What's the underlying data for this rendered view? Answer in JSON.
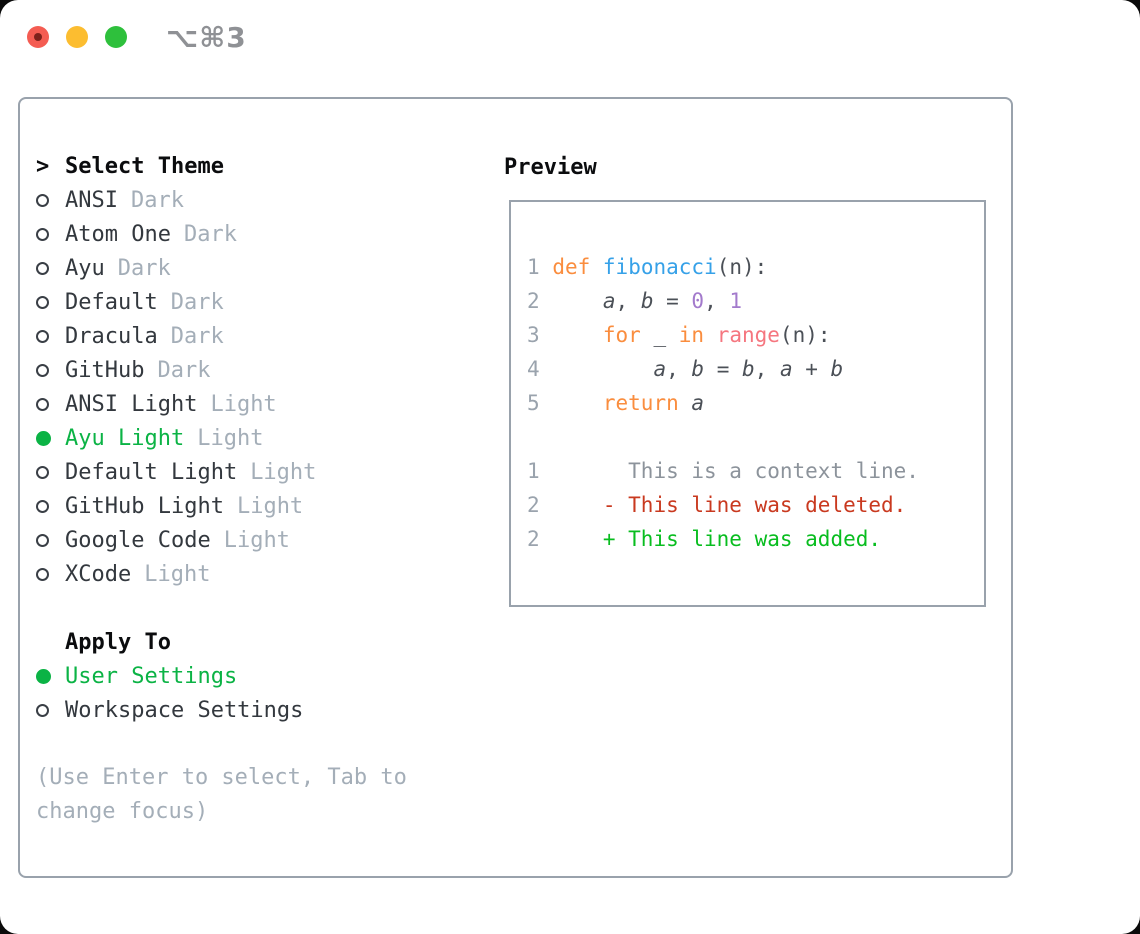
{
  "window": {
    "titlebar_shortcut": "⌥⌘3"
  },
  "colors": {
    "selected": "#0bb345",
    "added": "#08bd1f",
    "deleted": "#c9391f",
    "context": "#8c939b",
    "keyword": "#fa8d3e",
    "function": "#36a1e8",
    "number": "#a37acc",
    "builtin": "#f5767f",
    "code_text": "#4b5057",
    "line_number": "#9aa3ad",
    "item_text": "#33383e",
    "muted": "#a4aeb8",
    "header_text": "#0b0c0e",
    "panel_border": "#99a2ac",
    "titlebar_text": "#8f9195",
    "light_red": "#f45c52",
    "light_red_dot": "#7d211b",
    "light_yellow": "#fcbd30",
    "light_green": "#2ec03c"
  },
  "theme_panel": {
    "header": {
      "prompt": ">",
      "label": "Select Theme"
    },
    "themes": [
      {
        "name": "ANSI",
        "variant": "Dark",
        "selected": false
      },
      {
        "name": "Atom One",
        "variant": "Dark",
        "selected": false
      },
      {
        "name": "Ayu",
        "variant": "Dark",
        "selected": false
      },
      {
        "name": "Default",
        "variant": "Dark",
        "selected": false
      },
      {
        "name": "Dracula",
        "variant": "Dark",
        "selected": false
      },
      {
        "name": "GitHub",
        "variant": "Dark",
        "selected": false
      },
      {
        "name": "ANSI Light",
        "variant": "Light",
        "selected": false
      },
      {
        "name": "Ayu Light",
        "variant": "Light",
        "selected": true
      },
      {
        "name": "Default Light",
        "variant": "Light",
        "selected": false
      },
      {
        "name": "GitHub Light",
        "variant": "Light",
        "selected": false
      },
      {
        "name": "Google Code",
        "variant": "Light",
        "selected": false
      },
      {
        "name": "XCode",
        "variant": "Light",
        "selected": false
      }
    ],
    "apply_to": {
      "label": "Apply To",
      "options": [
        {
          "name": "User Settings",
          "selected": true
        },
        {
          "name": "Workspace Settings",
          "selected": false
        }
      ]
    },
    "help_lines": [
      "(Use Enter to select, Tab to",
      "change focus)"
    ]
  },
  "preview": {
    "title": "Preview",
    "lines": [
      {
        "num": "1",
        "tokens": [
          {
            "t": " "
          },
          {
            "t": "def",
            "c": "keyword"
          },
          {
            "t": " "
          },
          {
            "t": "fibonacci",
            "c": "function"
          },
          {
            "t": "(n):"
          }
        ]
      },
      {
        "num": "2",
        "tokens": [
          {
            "t": "     "
          },
          {
            "t": "a",
            "c": "variable"
          },
          {
            "t": ", "
          },
          {
            "t": "b",
            "c": "variable"
          },
          {
            "t": " = "
          },
          {
            "t": "0",
            "c": "number"
          },
          {
            "t": ", "
          },
          {
            "t": "1",
            "c": "number"
          }
        ]
      },
      {
        "num": "3",
        "tokens": [
          {
            "t": "     "
          },
          {
            "t": "for",
            "c": "keyword"
          },
          {
            "t": " _ "
          },
          {
            "t": "in",
            "c": "keyword"
          },
          {
            "t": " "
          },
          {
            "t": "range",
            "c": "builtin"
          },
          {
            "t": "(n):"
          }
        ]
      },
      {
        "num": "4",
        "tokens": [
          {
            "t": "         "
          },
          {
            "t": "a",
            "c": "variable"
          },
          {
            "t": ", "
          },
          {
            "t": "b",
            "c": "variable"
          },
          {
            "t": " = "
          },
          {
            "t": "b",
            "c": "variable"
          },
          {
            "t": ", "
          },
          {
            "t": "a",
            "c": "variable"
          },
          {
            "t": " + "
          },
          {
            "t": "b",
            "c": "variable"
          }
        ]
      },
      {
        "num": "5",
        "tokens": [
          {
            "t": "     "
          },
          {
            "t": "return",
            "c": "keyword"
          },
          {
            "t": " "
          },
          {
            "t": "a",
            "c": "variable"
          }
        ]
      },
      {
        "num": "",
        "tokens": []
      },
      {
        "num": "1",
        "tokens": [
          {
            "t": "       This is a context line.",
            "c": "context"
          }
        ]
      },
      {
        "num": "2",
        "tokens": [
          {
            "t": "     "
          },
          {
            "t": "- This line was deleted.",
            "c": "deleted"
          }
        ]
      },
      {
        "num": "2",
        "tokens": [
          {
            "t": "     "
          },
          {
            "t": "+ This line was added.",
            "c": "added"
          }
        ]
      }
    ]
  }
}
